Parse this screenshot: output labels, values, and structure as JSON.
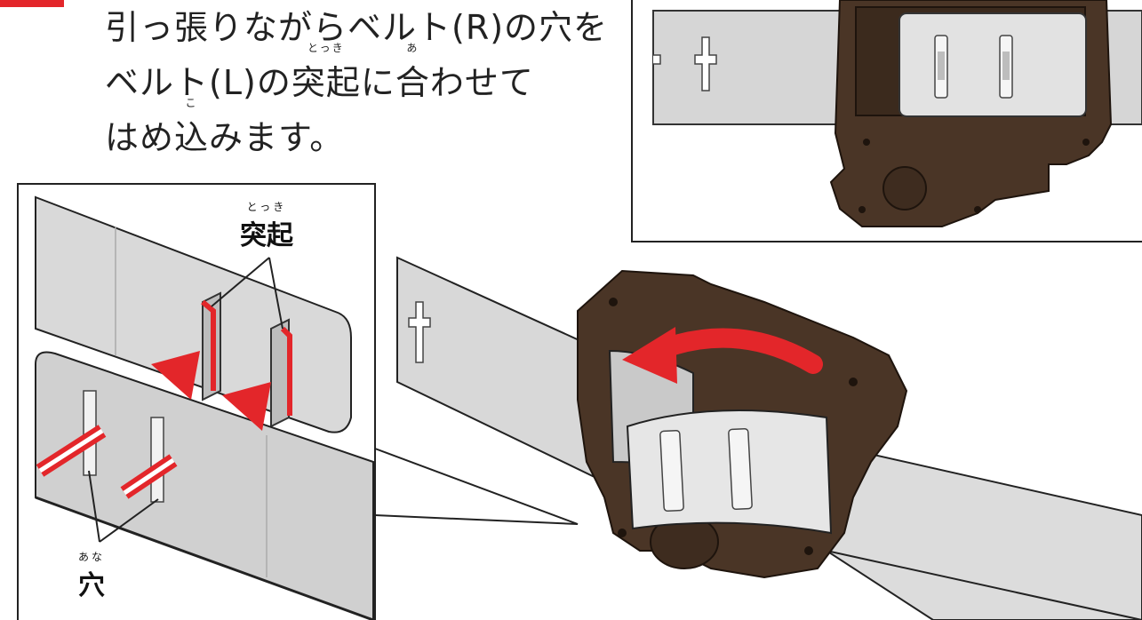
{
  "instructions": {
    "line1": "引っ張りながらベルト(R)の穴を",
    "line2_a": "ベルト(L)の",
    "line2_b": "突起",
    "line2_c": "に",
    "line2_d": "合",
    "line2_e": "わせて",
    "line3_a": "はめ",
    "line3_b": "込",
    "line3_c": "みます。",
    "ruby_tokki": "とっき",
    "ruby_a": "あ",
    "ruby_ko": "こ"
  },
  "callouts": {
    "tokki_label": "突起",
    "tokki_ruby": "とっき",
    "ana_label": "穴",
    "ana_ruby": "あな"
  },
  "colors": {
    "accent_red": "#e3262a",
    "buckle_brown": "#4a3526",
    "belt_gray": "#d4d4d4"
  }
}
